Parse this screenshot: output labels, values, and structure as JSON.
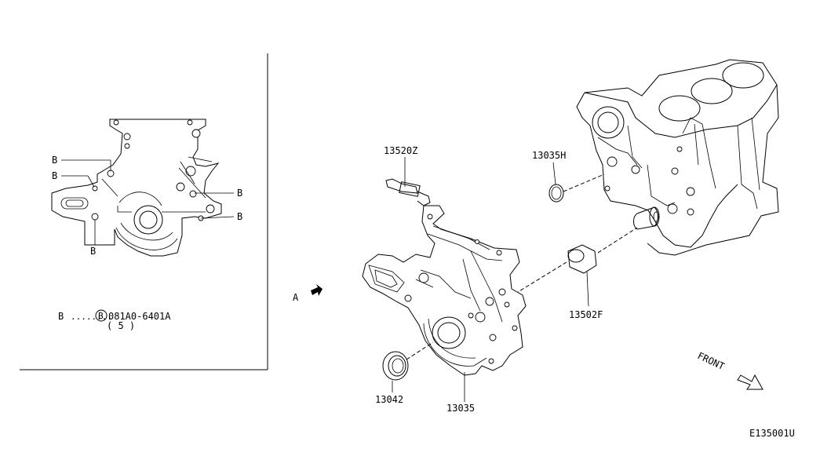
{
  "diagram": {
    "code": "E135001U",
    "view_marker": "A",
    "front_label": "FRONT",
    "parts": {
      "p13520Z": "13520Z",
      "p13035H": "13035H",
      "p13502F": "13502F",
      "p13042": "13042",
      "p13035": "13035"
    },
    "detail": {
      "bolt_letter": "B",
      "legend_letter": "B",
      "legend_leader": "........",
      "legend_circle": "B",
      "legend_part": "081A0-6401A",
      "legend_qty": "( 5 )"
    }
  }
}
